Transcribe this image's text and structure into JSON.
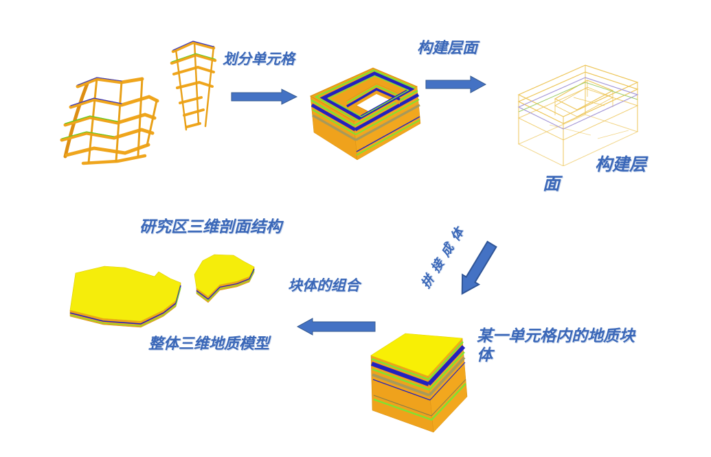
{
  "labels": {
    "divide_cells": "划分单元格",
    "build_surfaces": "构建层面",
    "build_surfaces_2": "构建层面",
    "splice_into_solid": "拼接成体",
    "cell_block": "某一单元格内的地质块体",
    "block_combination": "块体的组合",
    "section_structure": "研究区三维剖面结构",
    "overall_model": "整体三维地质模型"
  },
  "colors": {
    "arrow_fill": "#4472C4",
    "arrow_border": "#35598F",
    "label_text": "#3A67B8",
    "orange_layer": "#EFA21C",
    "yellow_layer": "#F5ED0B",
    "green_stripe": "#7EE431",
    "blue_stripe": "#2222BE",
    "tan_stripe": "#A89A5A"
  },
  "figures": {
    "section_wireframes": "cross-section-mesh-wireframes",
    "ring_block": "layered-ring-block-model",
    "layer_wireframe": "layer-surfaces-wireframe",
    "flat_slabs": "flat-geological-slabs",
    "solid_block": "layered-solid-block"
  }
}
